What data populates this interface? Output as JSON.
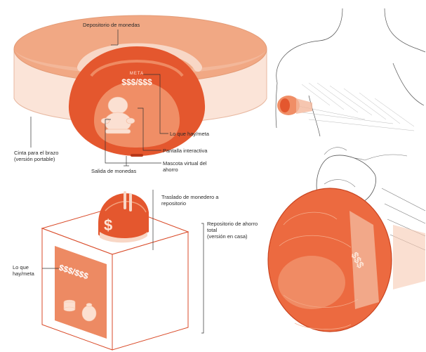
{
  "device": {
    "meta_label": "META",
    "meta_value": "$$$/$$$"
  },
  "home_unit": {
    "panel_value": "$$$/$$$",
    "coin_symbol": "$"
  },
  "labels": {
    "coin_deposit": "Depositorio de monedas",
    "arm_band": "Cinta para el brazo\n(versión portable)",
    "amount_goal": "Lo que hay/meta",
    "interactive_screen": "Pantalla interactiva",
    "virtual_pet": "Mascota virtual del\nahorro",
    "coin_exit": "Salida de monedas",
    "transfer": "Traslado de monedero a\nrepositorio",
    "total_repository": "Repositorio de ahorro\ntotal\n(versión en casa)",
    "home_amount_goal": "Lo que\nhay/meta"
  },
  "colors": {
    "accent": "#e4572e",
    "accent_dark": "#c94420",
    "accent_light": "#f0906a",
    "peach": "#f4b89c",
    "band": "#fbe3d6",
    "line": "#333333"
  }
}
